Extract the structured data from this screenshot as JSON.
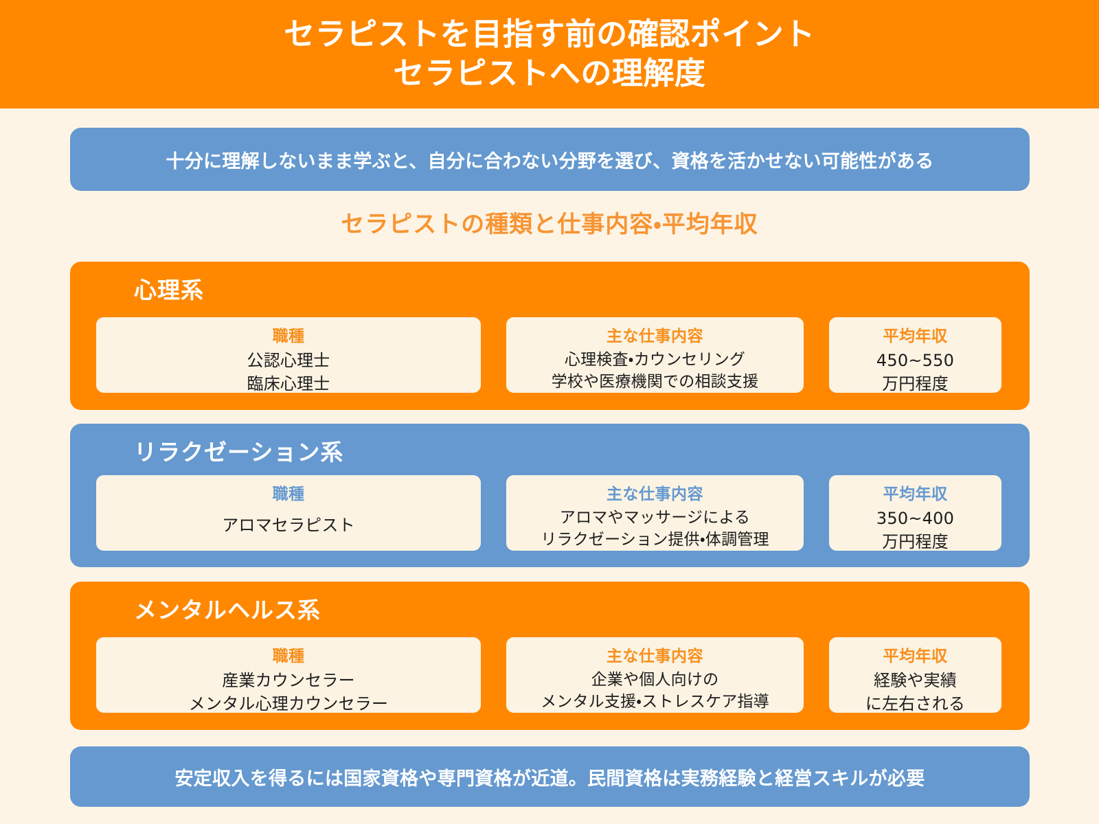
{
  "header": {
    "line1": "セラピストを目指す前の確認ポイント",
    "line2": "セラピストへの理解度"
  },
  "top_banner": {
    "text": "十分に理解しないまま学ぶと、自分に合わない分野を選び、資格を活かせない可能性がある"
  },
  "section_title": "セラピストの種類と仕事内容・平均年収",
  "columns": {
    "job": "職種",
    "duty": "主な仕事内容",
    "salary": "平均年収"
  },
  "cards": [
    {
      "title": "心理系",
      "accent": "#ff8800",
      "label_color": "#f7901e",
      "job": [
        "公認心理士",
        "臨床心理士"
      ],
      "duty": [
        "心理検査・カウンセリング",
        "学校や医療機関での相談支援"
      ],
      "salary": [
        "450~550",
        "万円程度"
      ]
    },
    {
      "title": "リラクゼーション系",
      "accent": "#6599cf",
      "label_color": "#6599cf",
      "job": [
        "アロマセラピスト"
      ],
      "duty": [
        "アロマやマッサージによる",
        "リラクゼーション提供・体調管理"
      ],
      "salary": [
        "350~400",
        "万円程度"
      ]
    },
    {
      "title": "メンタルヘルス系",
      "accent": "#ff8800",
      "label_color": "#f7901e",
      "job": [
        "産業カウンセラー",
        "メンタル心理カウンセラー"
      ],
      "duty": [
        "企業や個人向けの",
        "メンタル支援・ストレスケア指導"
      ],
      "salary": [
        "経験や実績",
        "に左右される"
      ]
    }
  ],
  "bottom_banner": {
    "text": "安定収入を得るには国家資格や専門資格が近道。民間資格は実務経験と経営スキルが必要"
  },
  "colors": {
    "page_background": "#fdf4e6",
    "orange": "#ff8800",
    "blue": "#6599cf",
    "cell_background": "#fcf3e3",
    "title_orange": "#f79433",
    "text": "#1c1c1c",
    "white": "#ffffff"
  }
}
